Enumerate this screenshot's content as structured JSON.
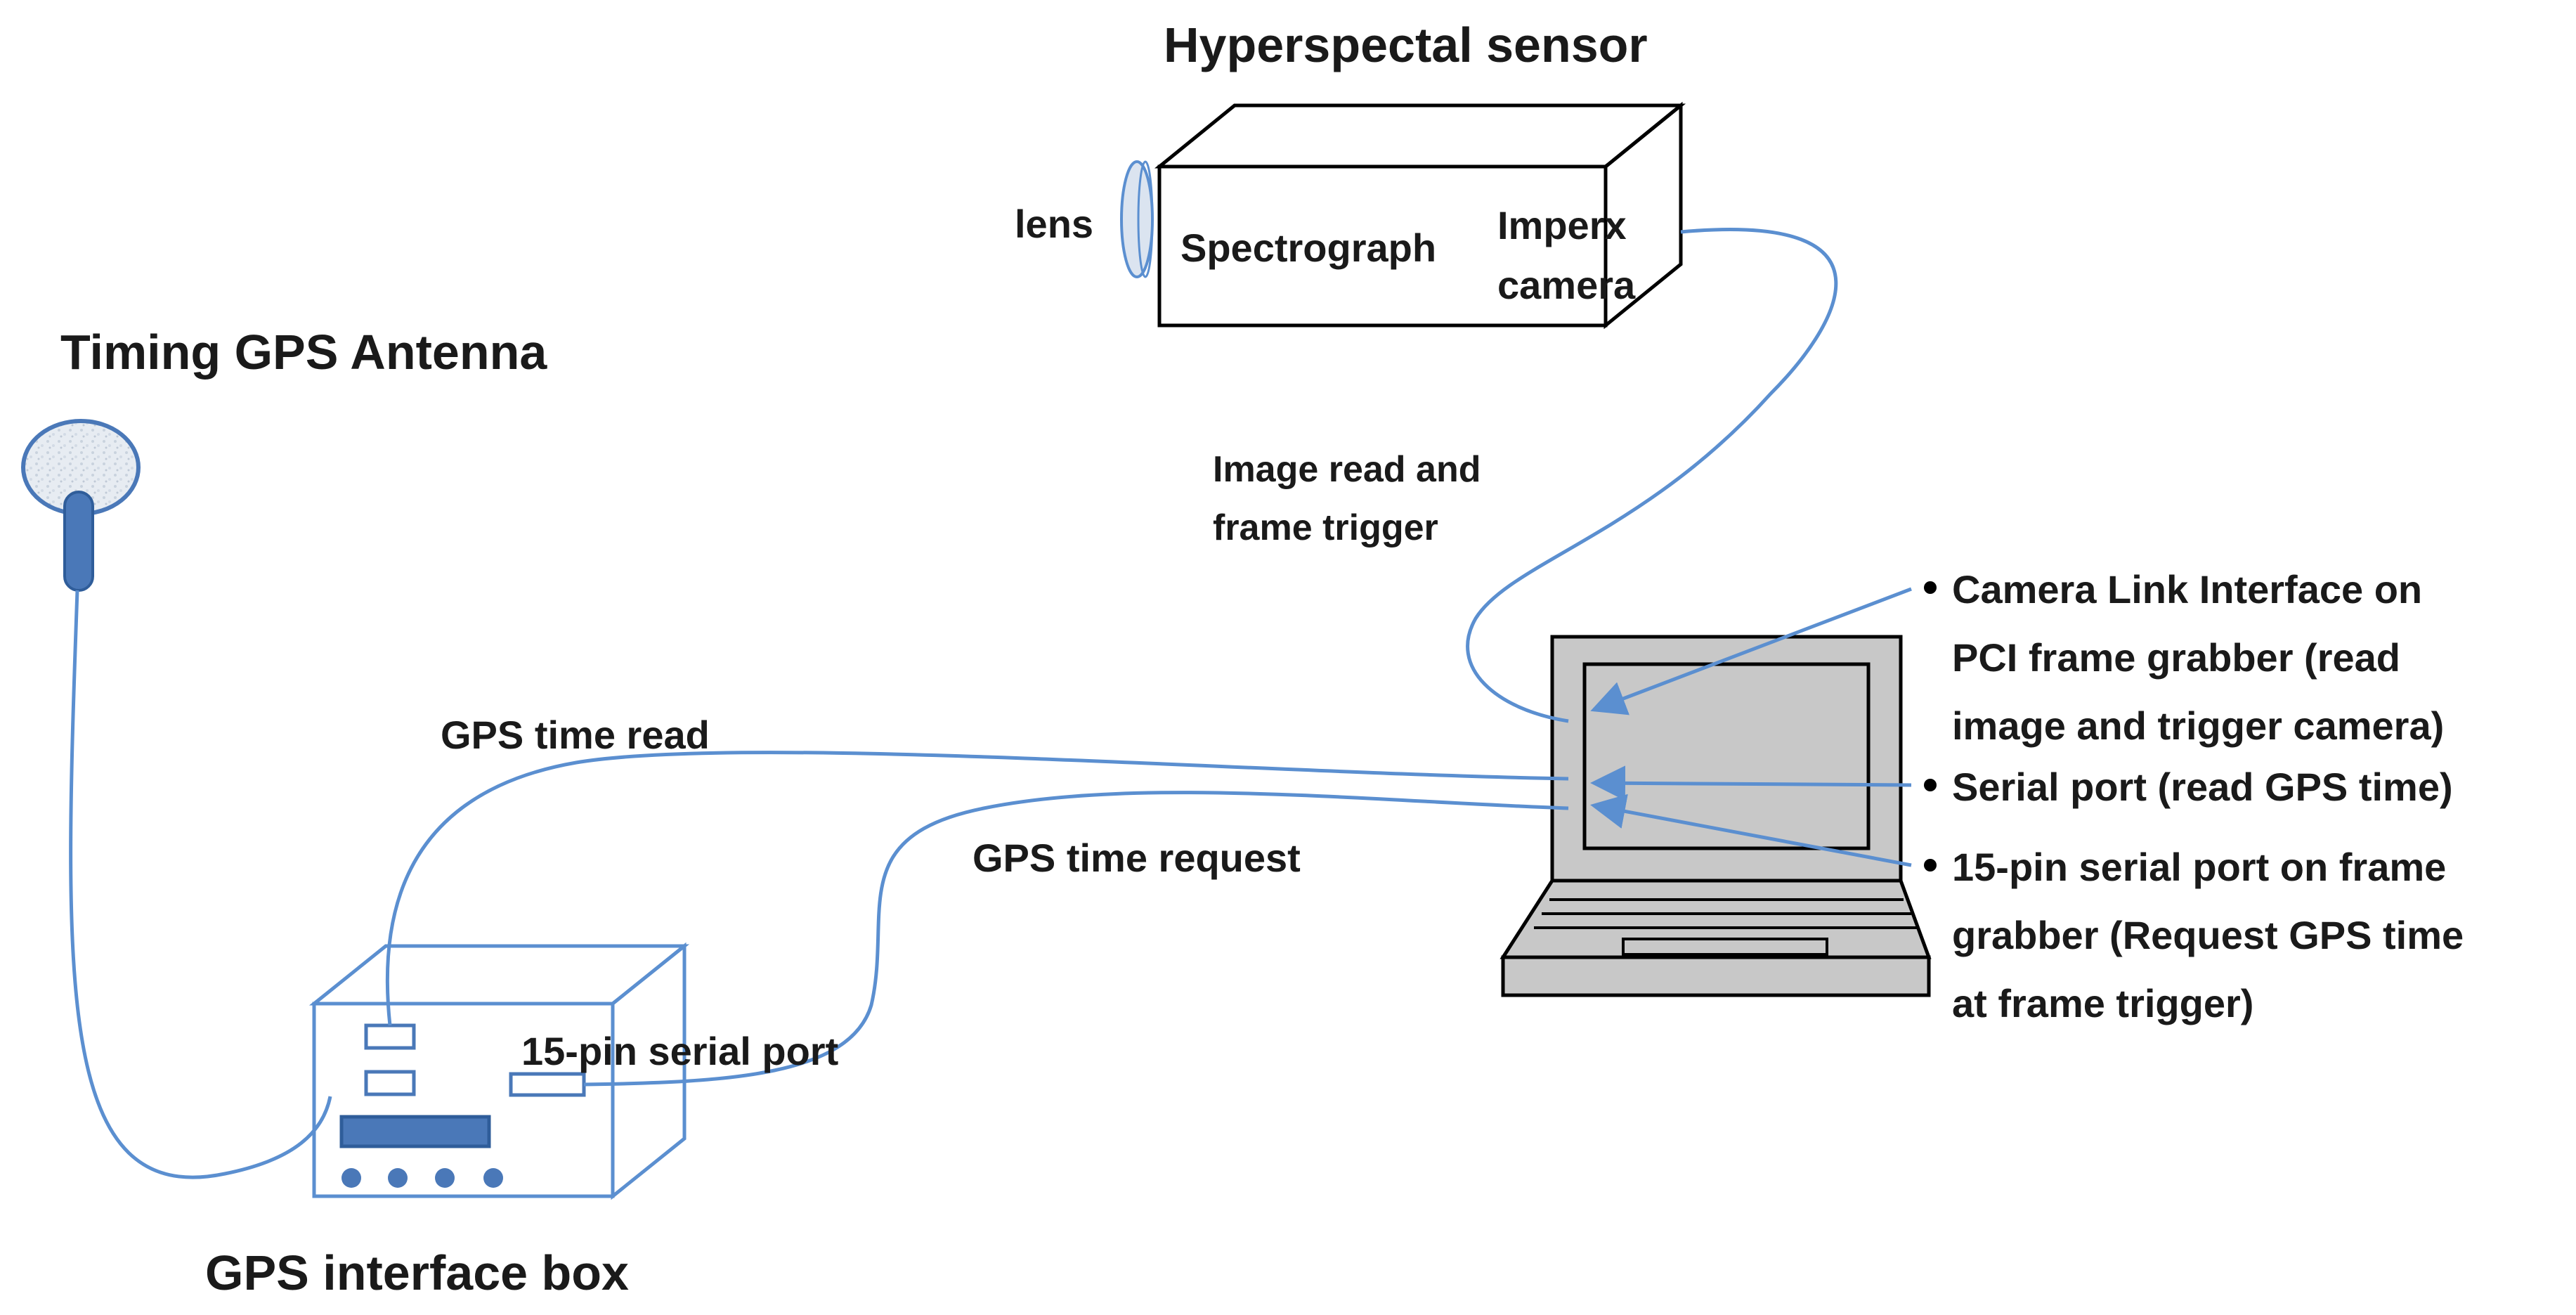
{
  "labels": {
    "hyperspectral_sensor": "Hyperspectal sensor",
    "lens": "lens",
    "spectrograph": "Spectrograph",
    "imperx_line1": "Imperx",
    "imperx_line2": "camera",
    "timing_antenna": "Timing GPS Antenna",
    "image_read_line1": "Image read and",
    "image_read_line2": "frame trigger",
    "gps_time_read": "GPS time read",
    "gps_time_request": "GPS time request",
    "serial_port_15pin": "15-pin serial port",
    "gps_interface_box": "GPS interface box"
  },
  "notes": [
    {
      "lines": [
        "Camera Link Interface on",
        "PCI frame grabber (read",
        "image and trigger camera)"
      ]
    },
    {
      "lines": [
        "Serial port (read GPS time)"
      ]
    },
    {
      "lines": [
        "15-pin serial port on frame",
        "grabber (Request GPS time",
        "at frame trigger)"
      ]
    }
  ],
  "colors": {
    "cable": "#5b8fd0",
    "outline": "#000000",
    "screen_fill": "#c8c8c8",
    "antenna_head": "#dfe6ef",
    "antenna_stem": "#4a78b8",
    "box_panel": "#4a78b8"
  }
}
